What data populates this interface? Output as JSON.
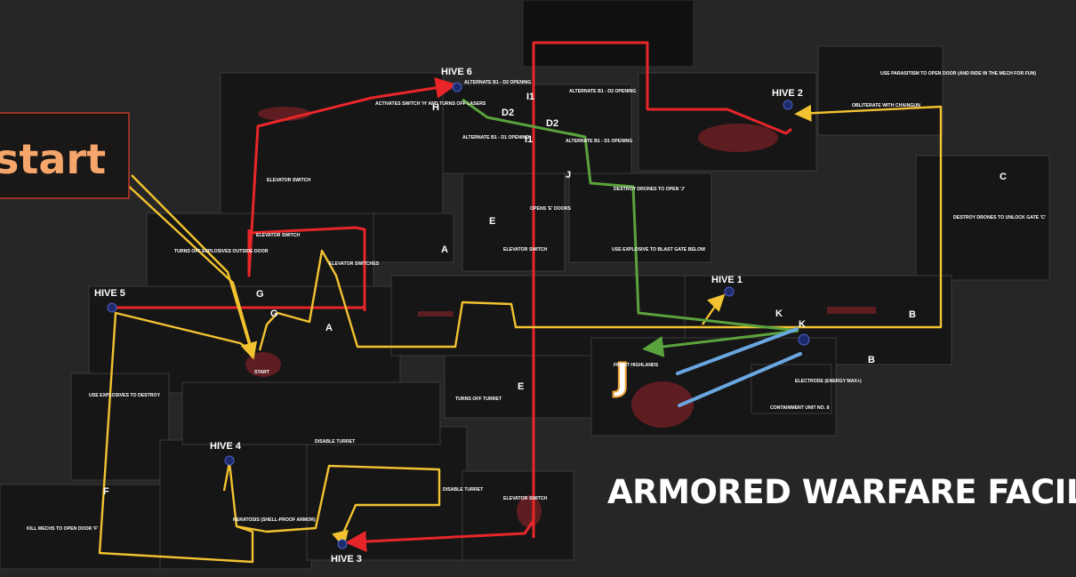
{
  "title": "ARMORED WARFARE FACILITY",
  "start_label": "start",
  "hives": {
    "hive1": "HIVE 1",
    "hive2": "HIVE 2",
    "hive3": "HIVE 3",
    "hive4": "HIVE 4",
    "hive5": "HIVE 5",
    "hive6": "HIVE 6"
  },
  "letters": {
    "a1": "A",
    "a2": "A",
    "b1": "B",
    "b2": "B",
    "c": "C",
    "e1": "E",
    "e2": "E",
    "f": "F",
    "g1": "G",
    "g2": "G",
    "h": "H",
    "i1": "I1",
    "i2": "I1",
    "d2a": "D2",
    "d2b": "D2",
    "j_small": "J",
    "j_big": "J",
    "k1": "K",
    "k2": "K"
  },
  "notes": {
    "start_small": "START",
    "elevator_switch_top": "ELEVATOR SWITCH",
    "elevator_switch_mid": "ELEVATOR SWITCH",
    "elevator_switches": "ELEVATOR SWITCHES",
    "elevator_switch_e": "ELEVATOR SWITCH",
    "elevator_switch_bottom": "ELEVATOR SWITCH",
    "turns_off_lasers": "ACTIVATES SWITCH 'H' AND TURNS OFF LASERS",
    "turns_off_explosives": "TURNS OFF EXPLOSIVES OUTSIDE DOOR",
    "alt_b1_top": "ALTERNATE B1 - D2 OPENING",
    "alt_b1_right": "ALTERNATE B1 - D2 OPENING",
    "alt_b1_left": "ALTERNATE B1 - D1 OPENING",
    "alt_b1_mid": "ALTERNATE B1 - D1 OPENING",
    "opens_e_doors": "OPENS 'E' DOORS",
    "destroy_drones_j": "DESTROY DRONES TO OPEN 'J'",
    "use_explosive": "USE EXPLOSIVE TO BLAST GATE BELOW",
    "use_parasitism": "USE PARASITISM TO OPEN DOOR (AND RIDE IN THE MECH FOR FUN)",
    "obliterate": "OBLITERATE WITH CHAINGUN",
    "destroy_drones_c": "DESTROY DRONES TO UNLOCK GATE 'C'",
    "front_highlands": "FRONT HIGHLANDS",
    "electrode": "ELECTRODE (ENERGY MAX+)",
    "containment": "CONTAINMENT UNIT NO. 8",
    "turns_off_turret": "TURNS OFF TURRET",
    "use_explosives_destroy": "USE EXPLOSIVES TO DESTROY",
    "disable_turret_top": "DISABLE TURRET",
    "disable_turret_right": "DISABLE TURRET",
    "kill_mechs": "KILL MECHS TO OPEN DOOR 'F'",
    "keratosis": "KERATOSIS (SHELL-PROOF ARMOR)"
  },
  "colors": {
    "background": "#262626",
    "red_route": "#e8262a",
    "yellow_route": "#f2c230",
    "green_route": "#5aa33c",
    "blue_route": "#6aa6e0",
    "start_text": "#f5a66a"
  }
}
